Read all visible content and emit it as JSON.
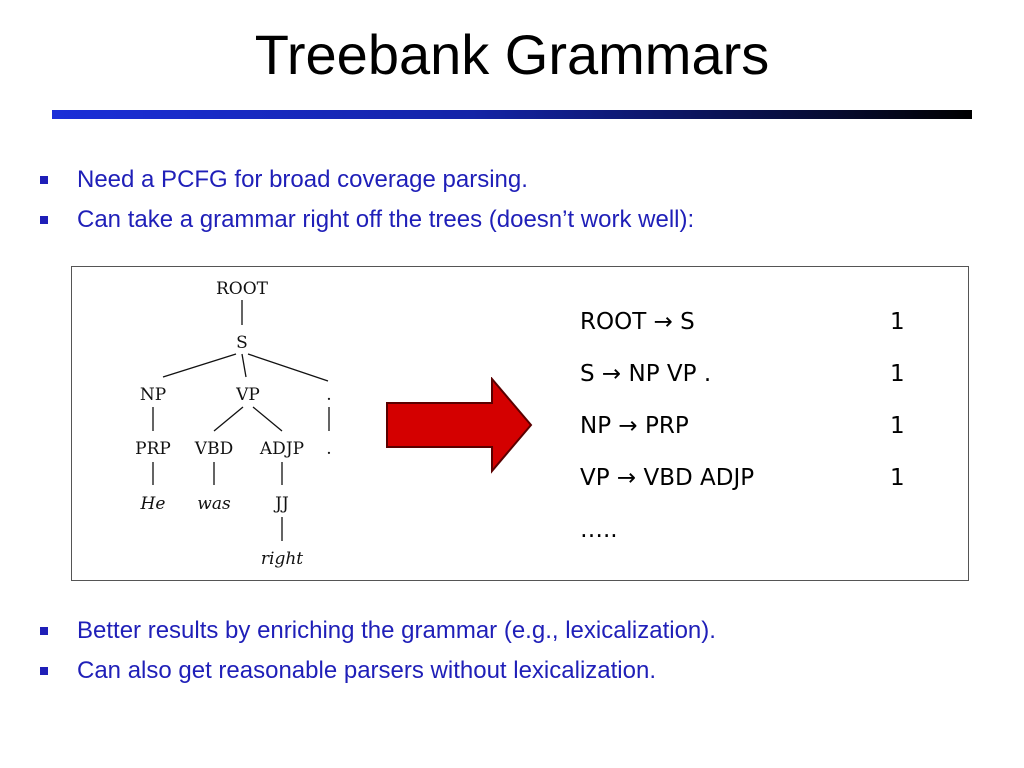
{
  "slide": {
    "title": "Treebank Grammars",
    "accent_color": "#1f1fb8",
    "rule_colors": [
      "#1b2fd8",
      "#000000"
    ]
  },
  "bullets_top": [
    {
      "text": "Need a PCFG for broad coverage parsing."
    },
    {
      "text": "Can take a grammar right off the trees (doesn’t work well):"
    }
  ],
  "tree": {
    "root": "ROOT",
    "s": "S",
    "np": "NP",
    "vp": "VP",
    "period_tag": ".",
    "prp": "PRP",
    "vbd": "VBD",
    "adjp": "ADJP",
    "period_word": ".",
    "jj": "JJ",
    "word_he": "He",
    "word_was": "was",
    "word_right": "right"
  },
  "arrow": {
    "icon": "right-arrow-icon",
    "fill": "#d40000",
    "stroke": "#5a0000"
  },
  "rules": [
    {
      "lhs": "ROOT",
      "rhs": "S",
      "prob": "1"
    },
    {
      "lhs": "S",
      "rhs": "NP VP .",
      "prob": "1"
    },
    {
      "lhs": "NP",
      "rhs": "PRP",
      "prob": "1"
    },
    {
      "lhs": "VP",
      "rhs": "VBD ADJP",
      "prob": "1"
    }
  ],
  "rules_ellipsis": "…..",
  "bullets_bottom": [
    {
      "text": "Better results by enriching the grammar (e.g., lexicalization)."
    },
    {
      "text": "Can also get reasonable parsers without lexicalization."
    }
  ]
}
